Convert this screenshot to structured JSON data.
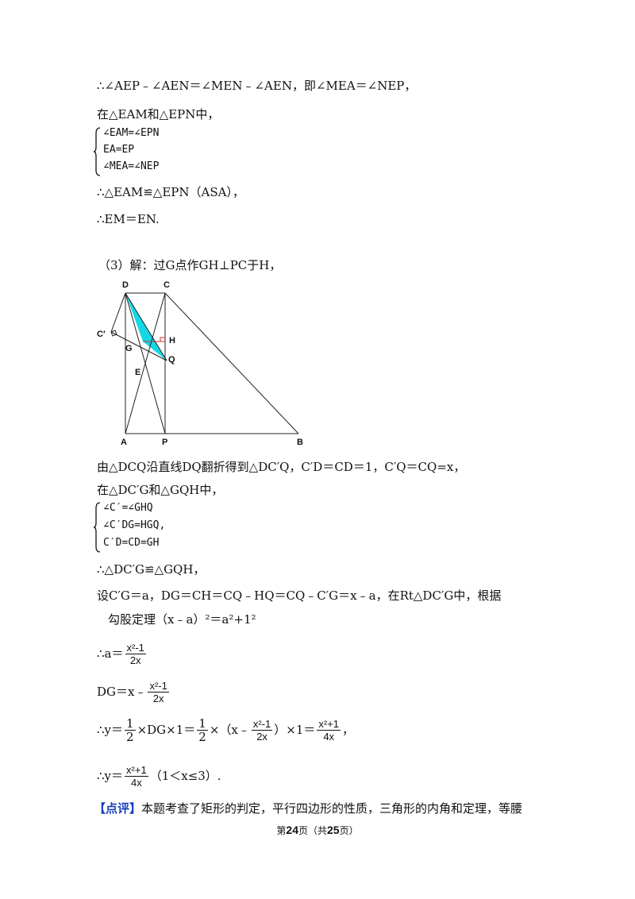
{
  "proof2": {
    "line1": "∴∠AEP﹣∠AEN＝∠MEN﹣∠AEN，即∠MEA＝∠NEP，",
    "line2": "在△EAM和△EPN中，",
    "system": [
      "∠EAM=∠EPN",
      "EA=EP",
      "∠MEA=∠NEP"
    ],
    "line3": "∴△EAM≌△EPN（ASA），",
    "line4": "∴EM＝EN."
  },
  "part3": {
    "intro": "（3）解：过G点作GH⊥PC于H，",
    "fold": "由△DCQ沿直线DQ翻折得到△DC′Q，C′D＝CD＝1，C′Q＝CQ=x，",
    "in": "在△DC′G和△GQH中，",
    "system": [
      "∠C′=∠GHQ",
      "∠C′DG=HGQ,",
      "C′D=CD=GH"
    ],
    "cong": "∴△DC′G≌△GQH，",
    "let1": "设C′G＝a，DG＝CH＝CQ﹣HQ＝CQ﹣C′G＝x﹣a，在Rt△DC′G中，根据",
    "let2": "勾股定理（x﹣a）²＝a²+1²",
    "a_prefix": "∴a＝",
    "frac_num": "x²-1",
    "frac_den": "2x",
    "dg_prefix": "DG＝x﹣",
    "y_prefix": "∴y＝",
    "half_num": "1",
    "half_den": "2",
    "y_mid1": "×DG×1＝",
    "y_mid2": "×（x﹣",
    "y_mid3": "）×1＝",
    "res_num": "x²+1",
    "res_den": "4x",
    "y_end": "，",
    "range": "（1＜x≤3）."
  },
  "figure": {
    "labels": [
      "D",
      "C",
      "C′",
      "G",
      "H",
      "Q",
      "E",
      "A",
      "P",
      "B"
    ],
    "fill_color": "#14d8e6"
  },
  "comment": {
    "tag": "【点评】",
    "text": "本题考查了矩形的判定，平行四边形的性质，三角形的内角和定理，等腰"
  },
  "footer": {
    "pre": "第",
    "page": "24",
    "mid": "页（共",
    "total": "25",
    "post": "页）"
  }
}
